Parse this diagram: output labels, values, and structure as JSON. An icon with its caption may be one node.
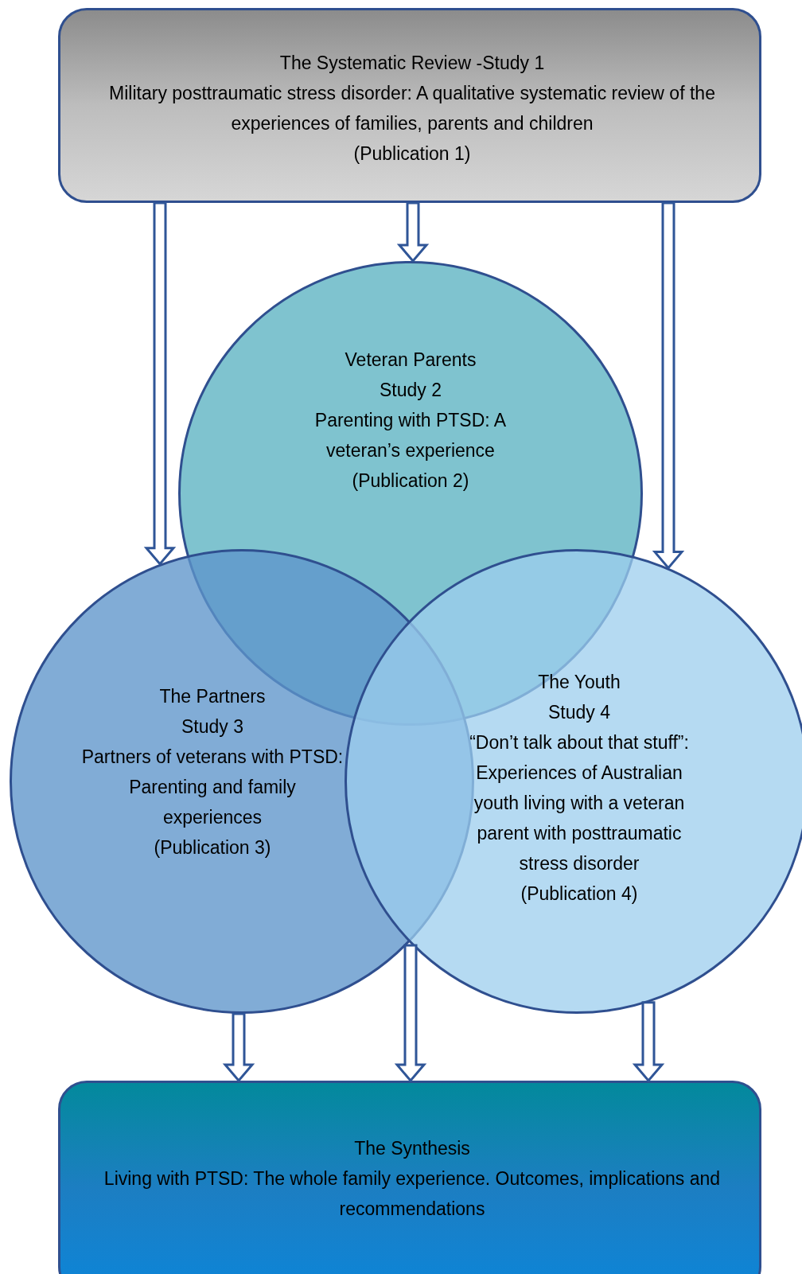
{
  "diagram": {
    "nodes": [
      {
        "text": [
          "The Systematic Review -Study 1",
          "Military posttraumatic stress disorder: A qualitative systematic review of the experiences of families, parents and children",
          "(Publication 1)"
        ]
      },
      {
        "text": [
          "Veteran Parents",
          "Study 2",
          "Parenting with PTSD: A veteran’s experience",
          "(Publication 2)"
        ]
      },
      {
        "text": [
          "The Partners",
          "Study 3",
          "Partners of veterans with PTSD: Parenting and family experiences",
          "(Publication 3)"
        ]
      },
      {
        "text": [
          "The Youth",
          "Study 4",
          "“Don’t talk about that stuff”: Experiences of Australian youth living with a veteran parent with posttraumatic stress disorder",
          "(Publication 4)"
        ]
      },
      {
        "text": [
          "The Synthesis",
          "Living with PTSD: The whole family experience. Outcomes, implications and recommendations"
        ]
      }
    ],
    "edges": [
      {
        "from": 0,
        "to": 2,
        "arrow": "to"
      },
      {
        "from": 0,
        "to": 1,
        "arrow": "to"
      },
      {
        "from": 0,
        "to": 3,
        "arrow": "to"
      },
      {
        "from": 2,
        "to": 4,
        "arrow": "to"
      },
      {
        "from": null,
        "to": 4,
        "arrow": "to"
      },
      {
        "from": 3,
        "to": 4,
        "arrow": "to"
      }
    ]
  }
}
